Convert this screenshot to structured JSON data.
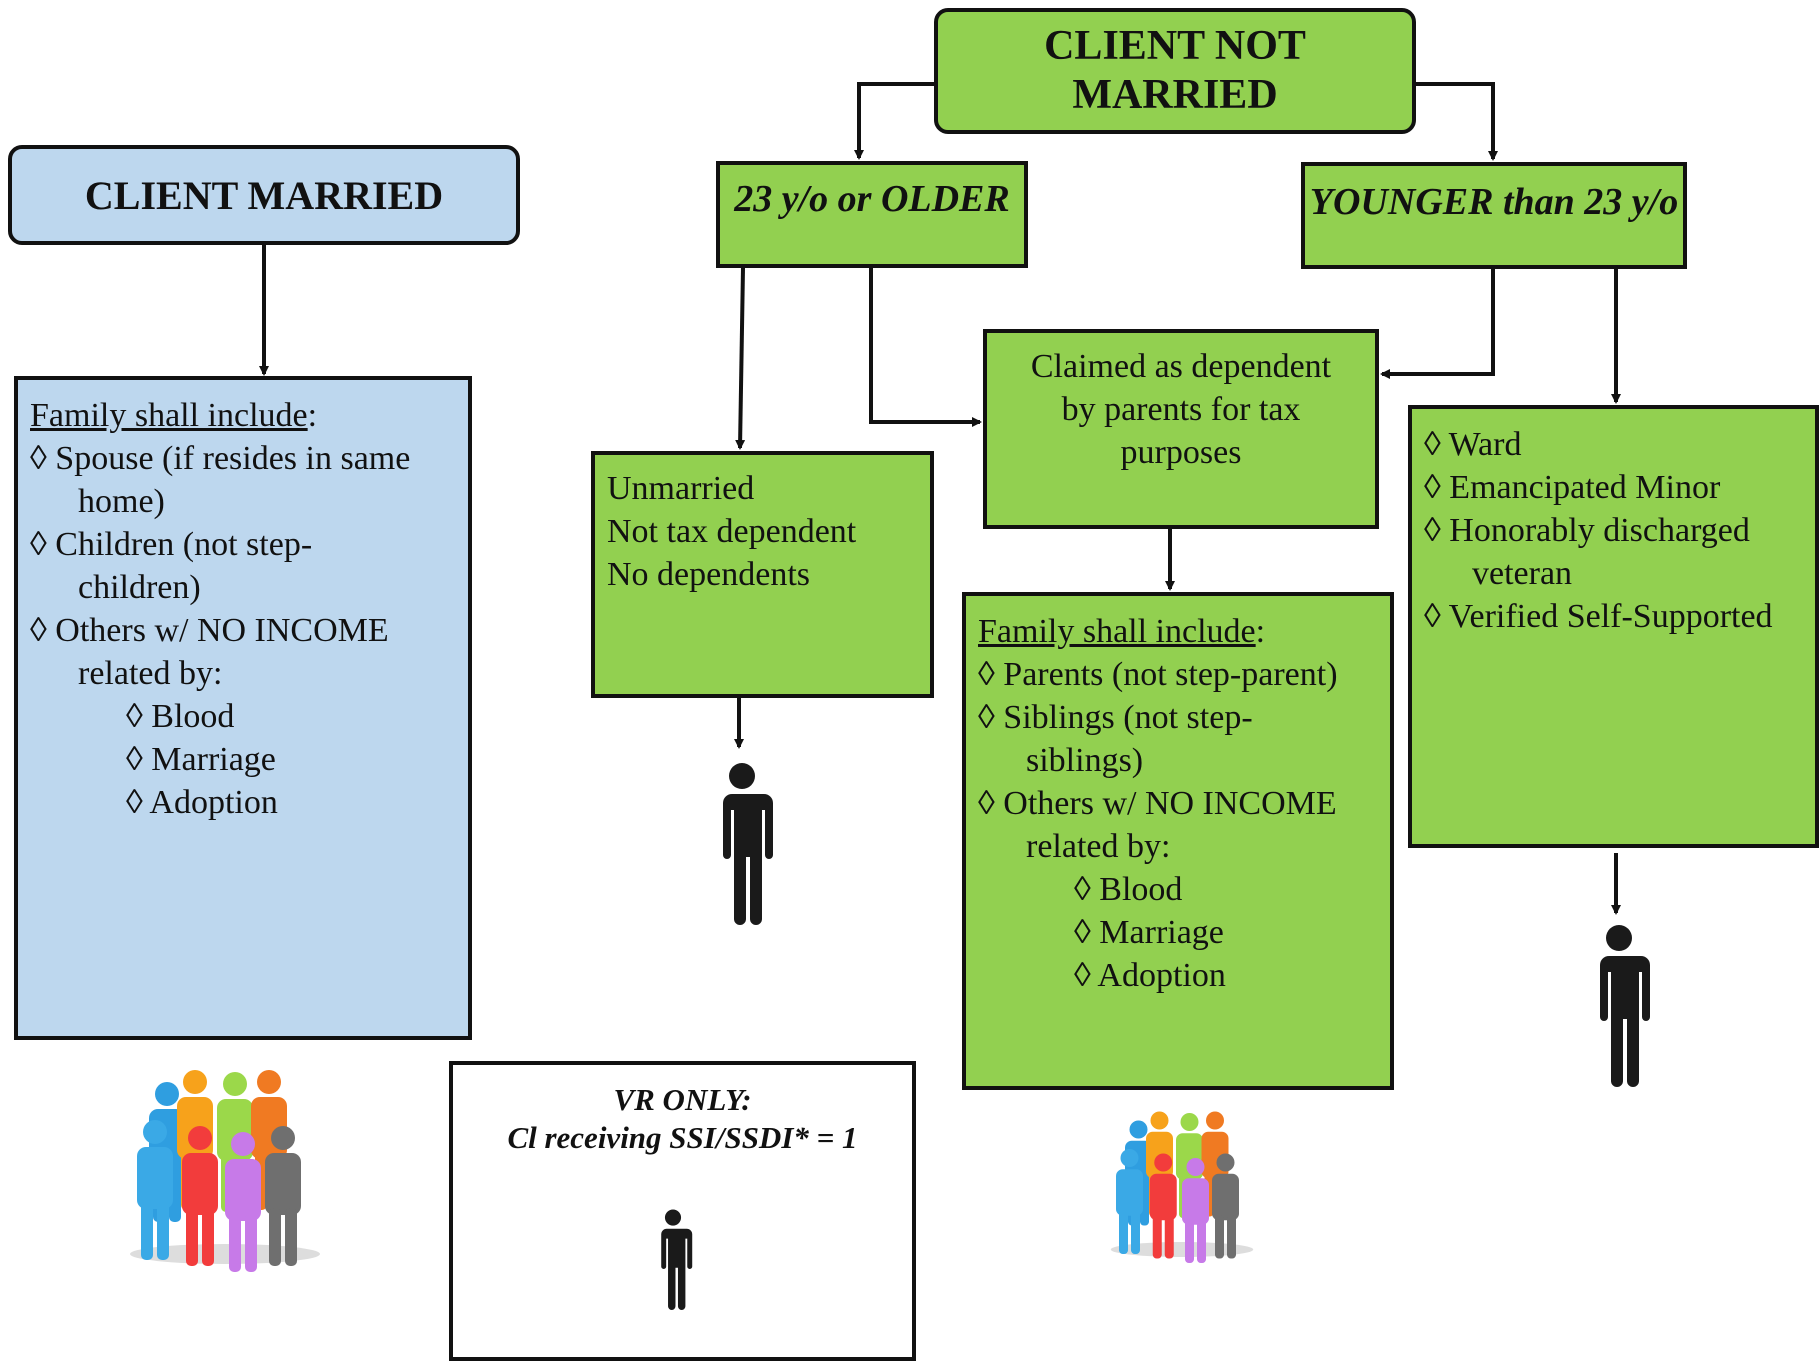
{
  "client_married": {
    "title": "CLIENT MARRIED",
    "family_heading": "Family shall include",
    "heading_suffix": ":",
    "items": {
      "spouse_1": "◊ Spouse (if resides in same",
      "spouse_2": "home)",
      "children_1": "◊ Children (not step-",
      "children_2": "children)",
      "others_1": "◊ Others w/ NO INCOME",
      "others_2": "related by:",
      "blood": "◊ Blood",
      "marriage": "◊ Marriage",
      "adoption": "◊ Adoption"
    }
  },
  "client_not_married": {
    "title_line1": "CLIENT NOT",
    "title_line2": "MARRIED"
  },
  "older": {
    "title": "23 y/o or OLDER",
    "line1": "Unmarried",
    "line2": "Not tax dependent",
    "line3": "No dependents"
  },
  "younger": {
    "title": "YOUNGER than 23 y/o",
    "items": {
      "ward": "◊ Ward",
      "emancipated": "◊ Emancipated Minor",
      "veteran_1": "◊ Honorably discharged",
      "veteran_2": "veteran",
      "self_supported": "◊ Verified Self-Supported"
    }
  },
  "dependent": {
    "line1": "Claimed as dependent",
    "line2": "by parents for tax",
    "line3": "purposes"
  },
  "dependent_family": {
    "family_heading": "Family shall include",
    "heading_suffix": ":",
    "items": {
      "parents": "◊ Parents (not step-parent)",
      "siblings_1": "◊ Siblings (not step-",
      "siblings_2": "siblings)",
      "others_1": "◊ Others w/ NO INCOME",
      "others_2": "related by:",
      "blood": "◊ Blood",
      "marriage": "◊ Marriage",
      "adoption": "◊ Adoption"
    }
  },
  "vr_only": {
    "line1": "VR ONLY:",
    "line2": "Cl receiving SSI/SSDI* = 1"
  },
  "icons": {
    "single_person": "person-icon",
    "group": "group-of-people-icon"
  },
  "colors": {
    "green": "#92d050",
    "blue": "#bdd7ee",
    "outline": "#111111",
    "person": "#1a1a1a",
    "group_people": [
      "#2f9ee0",
      "#f7a21b",
      "#9bd84a",
      "#f07a22",
      "#3aa9e6",
      "#f23c3c",
      "#c77ae8",
      "#6f6f6f"
    ]
  }
}
